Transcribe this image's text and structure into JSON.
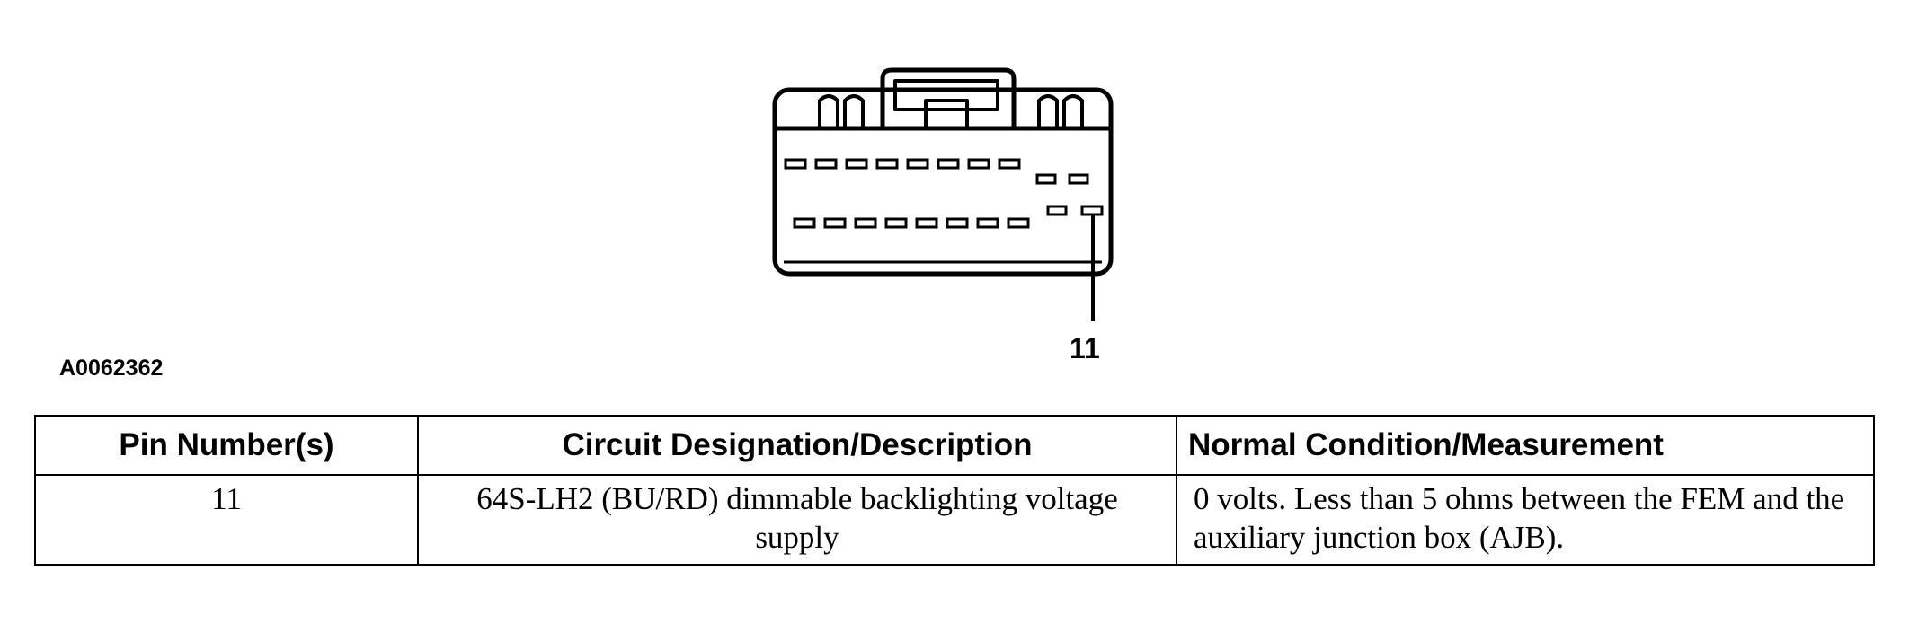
{
  "figure": {
    "id": "A0062362",
    "callout_pin": "11"
  },
  "pin_table": {
    "headers": [
      "Pin Number(s)",
      "Circuit Designation/Description",
      "Normal Condition/Measurement"
    ],
    "rows": [
      {
        "pin": "11",
        "circuit": "64S-LH2 (BU/RD) dimmable backlighting voltage supply",
        "condition": "0 volts. Less than 5 ohms between the FEM and the auxiliary junction box (AJB)."
      }
    ]
  }
}
